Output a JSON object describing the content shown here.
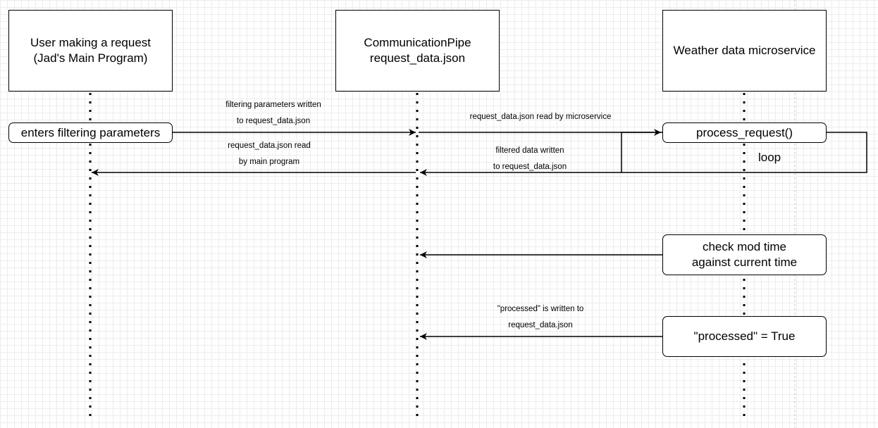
{
  "participants": {
    "user": "User making a request\n(Jad's Main Program)",
    "pipe": "CommunicationPipe\nrequest_data.json",
    "service": "Weather data microservice"
  },
  "activations": {
    "enter_params": "enters filtering parameters",
    "process_request": "process_request()",
    "check_mod_time": "check mod time\nagainst current time",
    "processed_true": "\"processed\" = True"
  },
  "messages": {
    "params_written": "filtering parameters written\nto request_data.json",
    "read_by_main": "request_data.json read\nby main program",
    "read_by_service": "request_data.json read by microservice",
    "filtered_written": "filtered data written\nto request_data.json",
    "processed_written": "\"processed\" is written to\nrequest_data.json"
  },
  "loop_label": "loop"
}
